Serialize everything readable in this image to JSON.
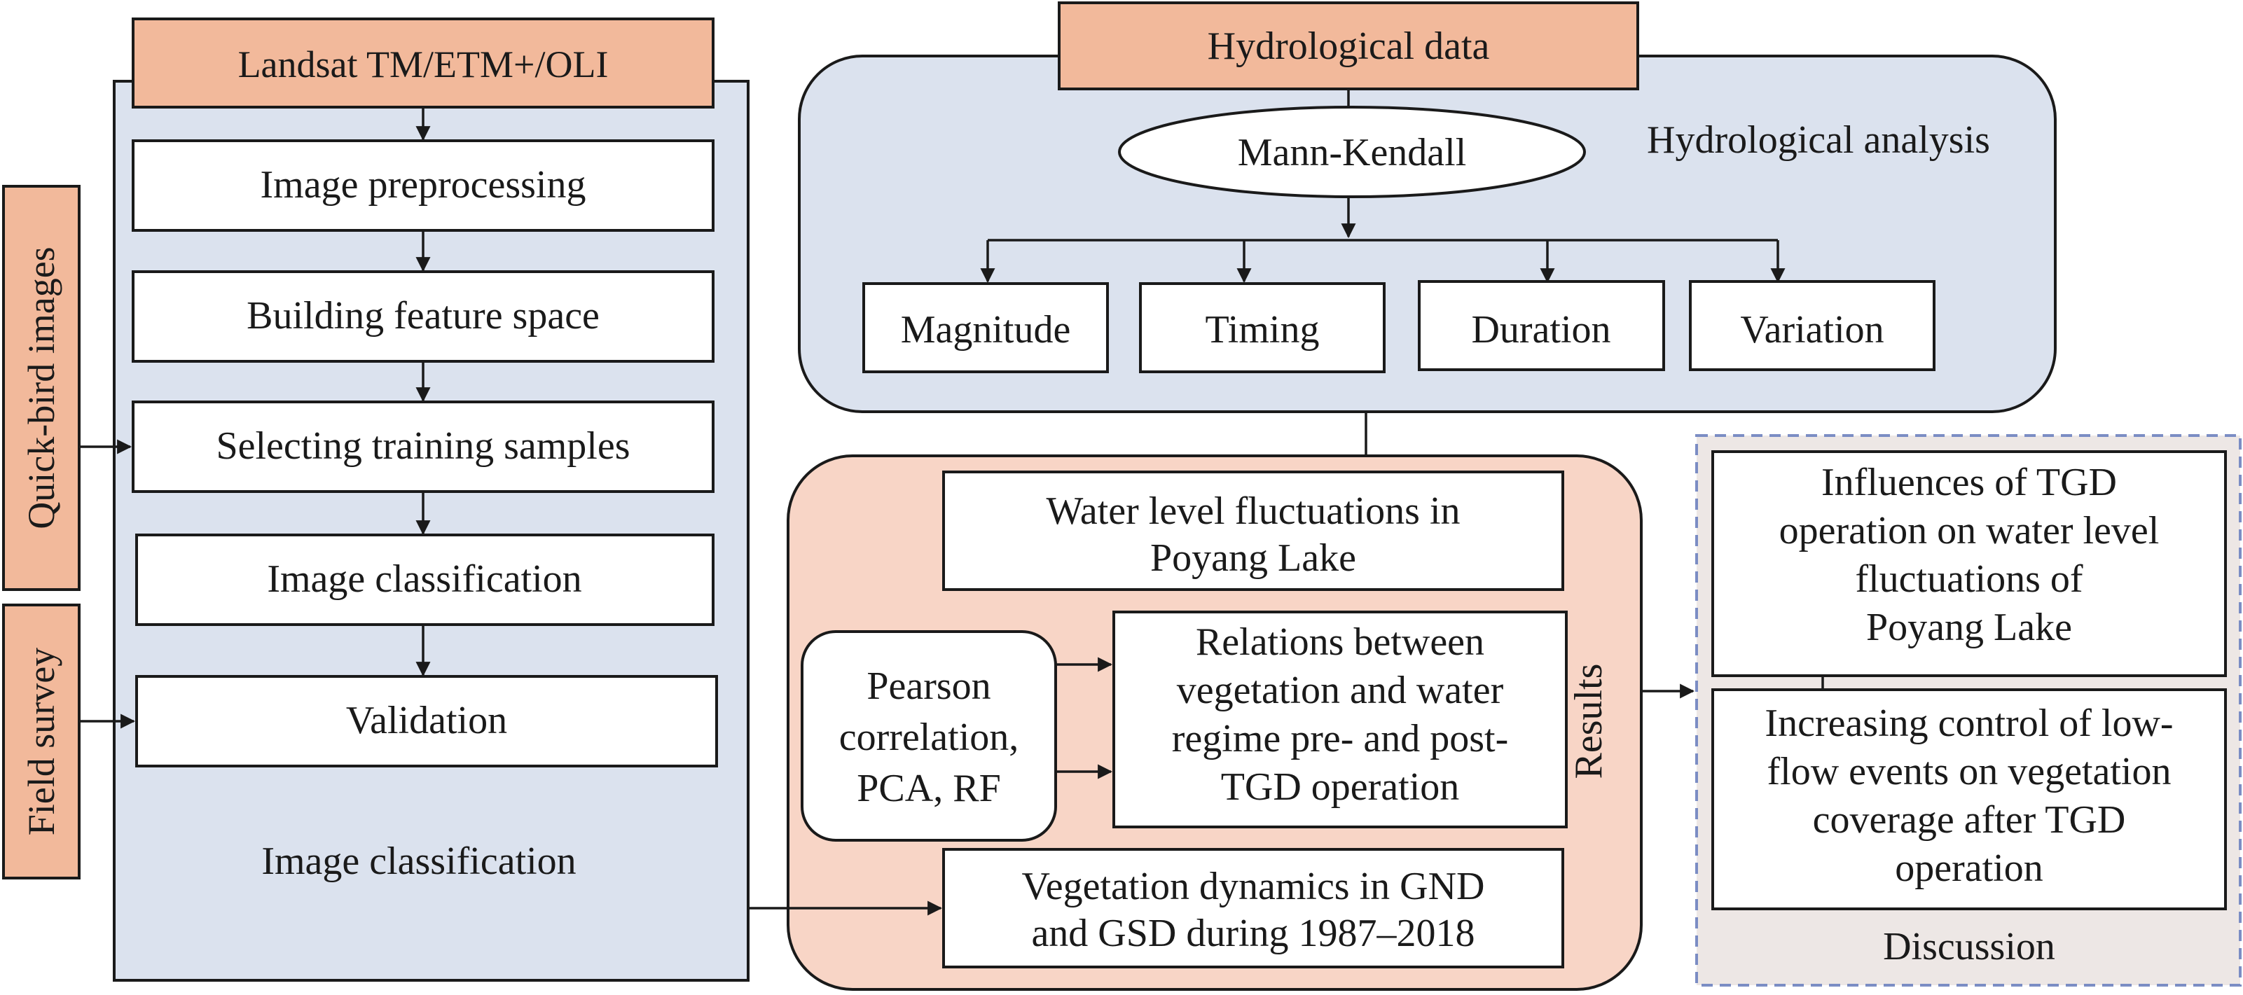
{
  "colors": {
    "panel_blue": "#dbe2ee",
    "panel_peach": "#f8d5c6",
    "header_salmon": "#f2b99b",
    "discussion_bg": "#ede7e5",
    "discussion_border": "#7b8dc4",
    "text": "#1a1a1a"
  },
  "image_classification": {
    "source": "Landsat TM/ETM+/OLI",
    "steps": [
      "Image preprocessing",
      "Building feature space",
      "Selecting training samples",
      "Image classification",
      "Validation"
    ],
    "label": "Image classification"
  },
  "side_inputs": {
    "quickbird": "Quick-bird images",
    "field_survey": "Field survey"
  },
  "hydrological": {
    "source": "Hydrological data",
    "method": "Mann-Kendall",
    "label": "Hydrological analysis",
    "attributes": [
      "Magnitude",
      "Timing",
      "Duration",
      "Variation"
    ]
  },
  "results": {
    "label": "Results",
    "water_level": [
      "Water level fluctuations in",
      "Poyang Lake"
    ],
    "methods": [
      "Pearson",
      "correlation,",
      "PCA, RF"
    ],
    "relations": [
      "Relations between",
      "vegetation and water",
      "regime pre- and post-",
      "TGD operation"
    ],
    "vegetation": [
      "Vegetation dynamics in GND",
      "and GSD during 1987–2018"
    ]
  },
  "discussion": {
    "label": "Discussion",
    "influences": [
      "Influences of TGD",
      "operation on water level",
      "fluctuations of",
      "Poyang Lake"
    ],
    "control": [
      "Increasing control of low-",
      "flow events on vegetation",
      "coverage after TGD",
      "operation"
    ]
  }
}
